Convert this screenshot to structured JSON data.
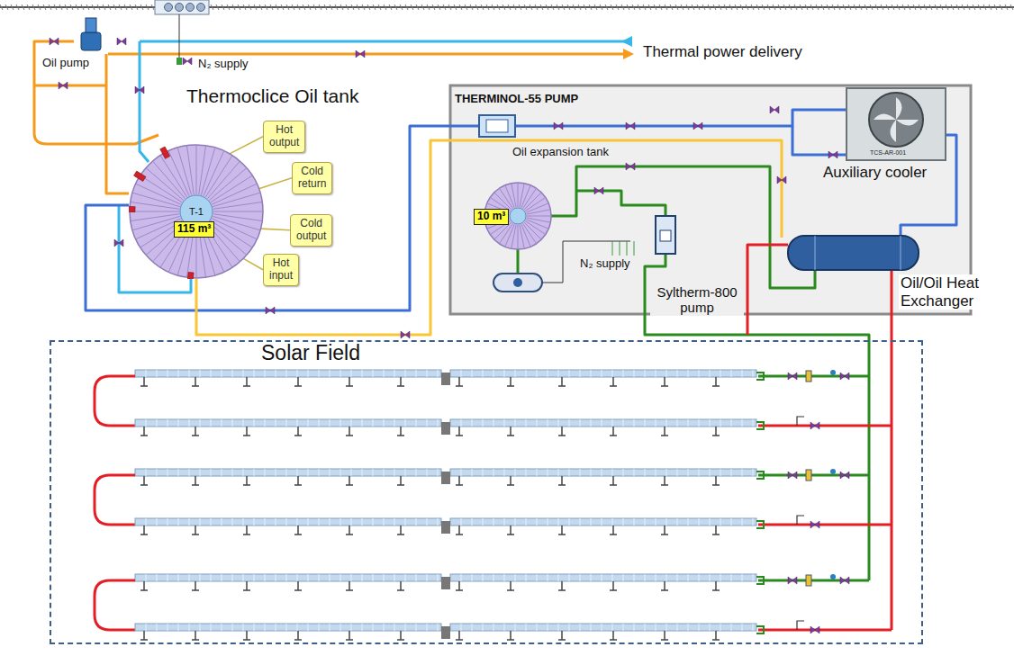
{
  "diagram": {
    "nodes": [
      {
        "text": [
          "T-1"
        ]
      },
      {
        "text": [
          "115 m³"
        ],
        "in": 0
      },
      {
        "text": [
          "Hot output"
        ]
      },
      {
        "text": [
          "Cold return"
        ]
      },
      {
        "text": [
          "Cold output"
        ]
      },
      {
        "text": [
          "Hot input"
        ]
      },
      {
        "text": [
          "10 m³"
        ]
      },
      {
        "text": [
          "Solar Field"
        ]
      }
    ],
    "edges": [
      {
        "from": 2,
        "to": 0,
        "arrow": "none"
      },
      {
        "from": 3,
        "to": 0,
        "arrow": "none"
      },
      {
        "from": 4,
        "to": 0,
        "arrow": "none"
      },
      {
        "from": 5,
        "to": 0,
        "arrow": "none"
      }
    ],
    "labels": [
      "Oil pump",
      "N₂ supply",
      "Thermal power delivery",
      "Thermoclice Oil tank",
      "THERMINOL-55 PUMP",
      "Oil expansion tank",
      "N₂ supply",
      "Syltherm-800 pump",
      "TCS-AR-001",
      "Auxiliary cooler",
      "Oil/Oil Heat Exchanger"
    ]
  }
}
